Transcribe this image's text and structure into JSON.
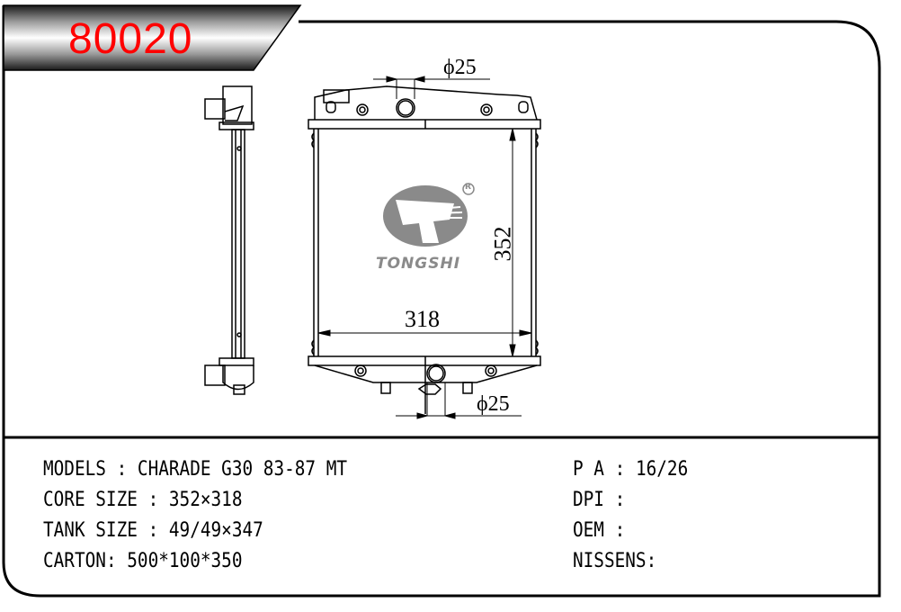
{
  "title": {
    "part_number": "80020",
    "text_color": "#ff0000"
  },
  "drawing": {
    "dimensions": {
      "inlet_diameter": "ϕ25",
      "outlet_diameter": "ϕ25",
      "core_height": "352",
      "core_width": "318"
    },
    "logo": {
      "brand": "TONGSHI",
      "registered_mark": "®",
      "color": "#8a8a8a"
    }
  },
  "specs": {
    "left": [
      {
        "label": "MODELS",
        "sep": " : ",
        "value": "CHARADE G30 83-87 MT"
      },
      {
        "label": "CORE SIZE",
        "sep": " : ",
        "value": "352×318"
      },
      {
        "label": "TANK SIZE",
        "sep": " : ",
        "value": "49/49×347"
      },
      {
        "label": "CARTON",
        "sep": ": ",
        "value": "500*100*350"
      }
    ],
    "right": [
      {
        "label": "P A",
        "sep": " : ",
        "value": "16/26"
      },
      {
        "label": "DPI",
        "sep": " : ",
        "value": ""
      },
      {
        "label": "OEM",
        "sep": " : ",
        "value": ""
      },
      {
        "label": "NISSENS",
        "sep": ":",
        "value": ""
      }
    ]
  }
}
